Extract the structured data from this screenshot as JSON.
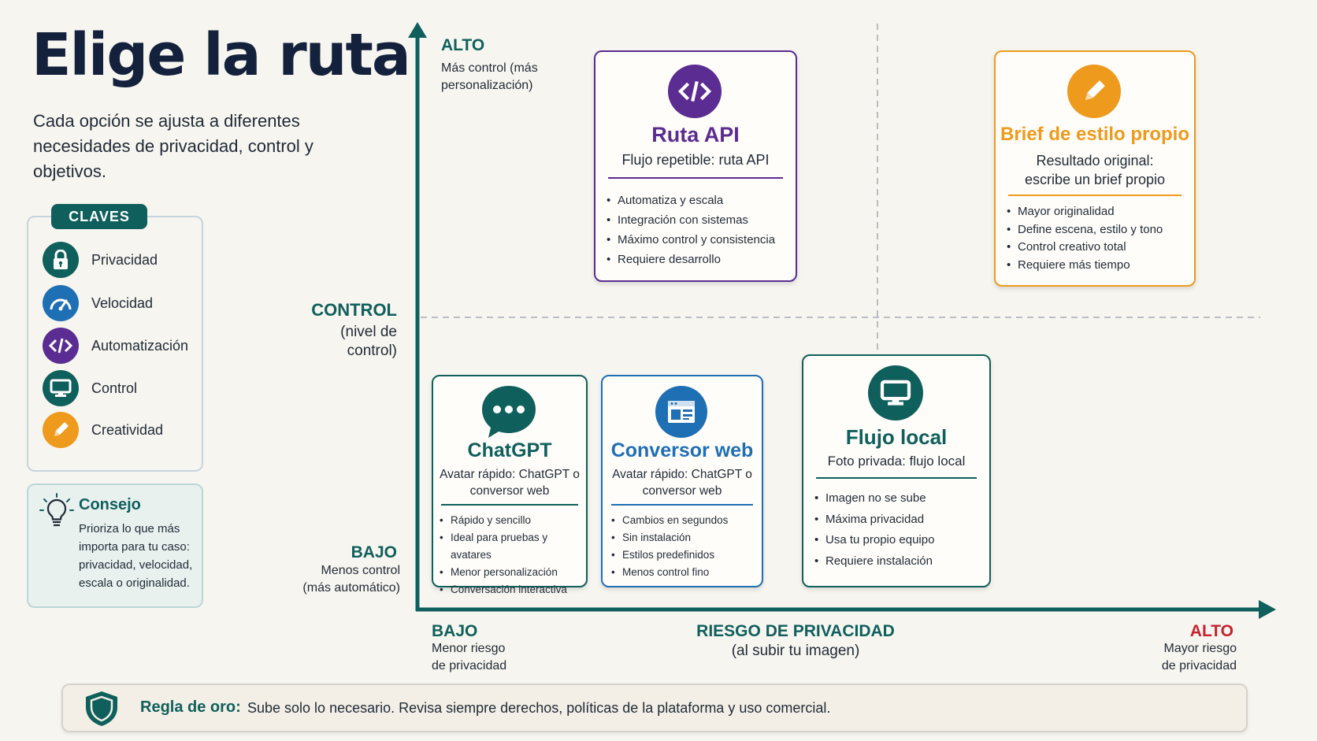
{
  "title": "Elige la ruta",
  "subtitle": "Cada opción se ajusta a diferentes necesidades de privacidad, control y objetivos.",
  "keys": {
    "badge": "CLAVES",
    "items": [
      {
        "label": "Privacidad",
        "icon": "lock-icon",
        "color": "#0f5f5c"
      },
      {
        "label": "Velocidad",
        "icon": "speedometer-icon",
        "color": "#1f6fb5"
      },
      {
        "label": "Automatización",
        "icon": "code-icon",
        "color": "#5b2c91"
      },
      {
        "label": "Control",
        "icon": "monitor-icon",
        "color": "#0f5f5c"
      },
      {
        "label": "Creatividad",
        "icon": "pencil-icon",
        "color": "#ee9a1d"
      }
    ]
  },
  "tip": {
    "title": "Consejo",
    "text": "Prioriza lo que más importa para tu caso: privacidad, velocidad, escala o originalidad."
  },
  "y_axis": {
    "title": "CONTROL",
    "subtitle": "(nivel de control)",
    "high_label": "ALTO",
    "high_desc": "Más control (más personalización)",
    "low_label": "BAJO",
    "low_desc": "Menos control (más automático)"
  },
  "x_axis": {
    "title": "RIESGO DE PRIVACIDAD",
    "subtitle": "(al subir tu imagen)",
    "low_label": "BAJO",
    "low_desc": "Menor riesgo de privacidad",
    "high_label": "ALTO",
    "high_desc": "Mayor riesgo de privacidad"
  },
  "colors": {
    "teal": "#0f5f5c",
    "purple": "#5b2c91",
    "orange": "#ee9a1d",
    "blue": "#1f6fb5",
    "red": "#c8202f",
    "navy": "#14213d"
  },
  "cards": {
    "api": {
      "title": "Ruta API",
      "subtitle": "Flujo repetible: ruta API",
      "icon": "code-icon",
      "bullets": [
        "Automatiza y escala",
        "Integración con sistemas",
        "Máximo control y consistencia",
        "Requiere desarrollo"
      ]
    },
    "brief": {
      "title": "Brief de estilo propio",
      "subtitle": "Resultado original: escribe un brief propio",
      "icon": "pencil-icon",
      "bullets": [
        "Mayor originalidad",
        "Define escena, estilo y tono",
        "Control creativo total",
        "Requiere más tiempo"
      ]
    },
    "chatgpt": {
      "title": "ChatGPT",
      "subtitle": "Avatar rápido: ChatGPT o conversor web",
      "icon": "chat-bubble-icon",
      "bullets": [
        "Rápido y sencillo",
        "Ideal para pruebas y avatares",
        "Menor personalización",
        "Conversación interactiva"
      ]
    },
    "web": {
      "title": "Conversor web",
      "subtitle": "Avatar rápido: ChatGPT o conversor web",
      "icon": "browser-window-icon",
      "bullets": [
        "Cambios en segundos",
        "Sin instalación",
        "Estilos predefinidos",
        "Menos control fino"
      ]
    },
    "local": {
      "title": "Flujo local",
      "subtitle": "Foto privada: flujo local",
      "icon": "monitor-icon",
      "bullets": [
        "Imagen no se sube",
        "Máxima privacidad",
        "Usa tu propio equipo",
        "Requiere instalación"
      ]
    }
  },
  "rule": {
    "label": "Regla de oro:",
    "text": "Sube solo lo necesario. Revisa siempre derechos, políticas de la plataforma y uso comercial.",
    "icon": "shield-icon"
  }
}
